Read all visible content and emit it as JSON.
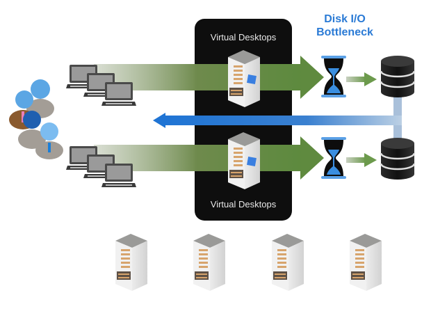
{
  "diagram": {
    "title_line1": "Disk I/O",
    "title_line2": "Bottleneck",
    "vd_top_label": "Virtual Desktops",
    "vd_bottom_label": "Virtual Desktops",
    "nodes": {
      "users": "user-group-icon",
      "laptops_groups": 2,
      "laptops_per_group": 3,
      "vdi_servers": 2,
      "hourglasses": 2,
      "databases": 2,
      "idle_servers": 4
    },
    "colors": {
      "title": "#2a7ad5",
      "green_arrow": "#6f8f4e",
      "blue_arrow": "#2a7ad5",
      "panel": "#0e0e0e"
    }
  }
}
